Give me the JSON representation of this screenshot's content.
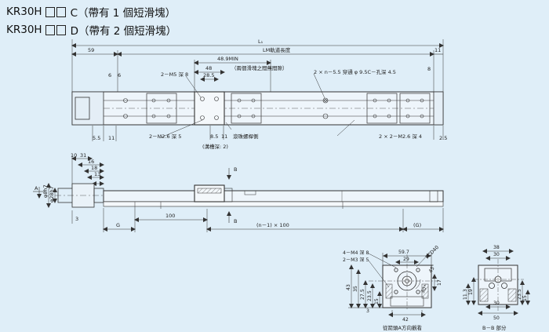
{
  "titles": {
    "line1_model": "KR30H",
    "line1_suffix": "C（帶有 1 個短滑塊）",
    "line2_model": "KR30H",
    "line2_suffix": "D（帶有 2 個短滑塊）"
  },
  "top_view": {
    "dim_L1": "L₁",
    "dim_59": "59",
    "dim_11_right": "11",
    "dim_lm": "LM軌道長度",
    "dim_min_label": "48.9MIN",
    "dim_min_note": "（兩個滑塊之間無間隙）",
    "dim_48": "48",
    "dim_28_5": "28.5",
    "dim_6_a": "6",
    "dim_6_b": "6",
    "dim_8": "8",
    "m5_note": "2－M5 深 8",
    "hole_note": "2 × n－5.5 穿通 φ 9.5C－孔深 4.5",
    "dim_5_5": "5.5",
    "dim_11_left": "11",
    "m26_left": "2－M2.6 深 5",
    "dim_8_5": "8.5",
    "dim_11_mid": "11",
    "ballscrew": "滾珠螺桿側",
    "groove": "(溝槽深: 2)",
    "m26_right": "2 × 2－M2.6 深 4",
    "dim_2_5": "2.5"
  },
  "side_view": {
    "dim_10": "10",
    "dim_31": "31",
    "dim_16": "16",
    "dim_18": "18",
    "dim_13": "13",
    "dim_3": "3",
    "phi_a": "φ8h7",
    "phi_b": "φ28h7",
    "label_A": "A",
    "label_B_top": "B",
    "label_B_bot": "B",
    "dim_G_left": "G",
    "dim_100": "100",
    "dim_n1": "(n－1) × 100",
    "dim_G_right": "(G)"
  },
  "end_view": {
    "m4_note": "4－M4 深 8",
    "m3_note": "2－M3 深 5",
    "dim_59_7": "59.7",
    "dim_29": "29",
    "dim_pcd": "PCD40",
    "dim_45": "45°",
    "dim_30_deg": "30°",
    "dim_43": "43",
    "dim_35": "35",
    "dim_27_5": "27.5",
    "dim_23_5": "23.5",
    "dim_15": "15",
    "dim_17": "17",
    "dim_42": "42",
    "dim_3": "3",
    "caption": "從箭頭A方向觀看"
  },
  "section_view": {
    "dim_38": "38",
    "dim_30_top": "30",
    "dim_30_bot": "30",
    "dim_50": "50",
    "dim_19": "19",
    "dim_11_3": "11.3",
    "dim_23_5": "23.5",
    "dim_15": "15",
    "caption": "B－B 部分"
  }
}
